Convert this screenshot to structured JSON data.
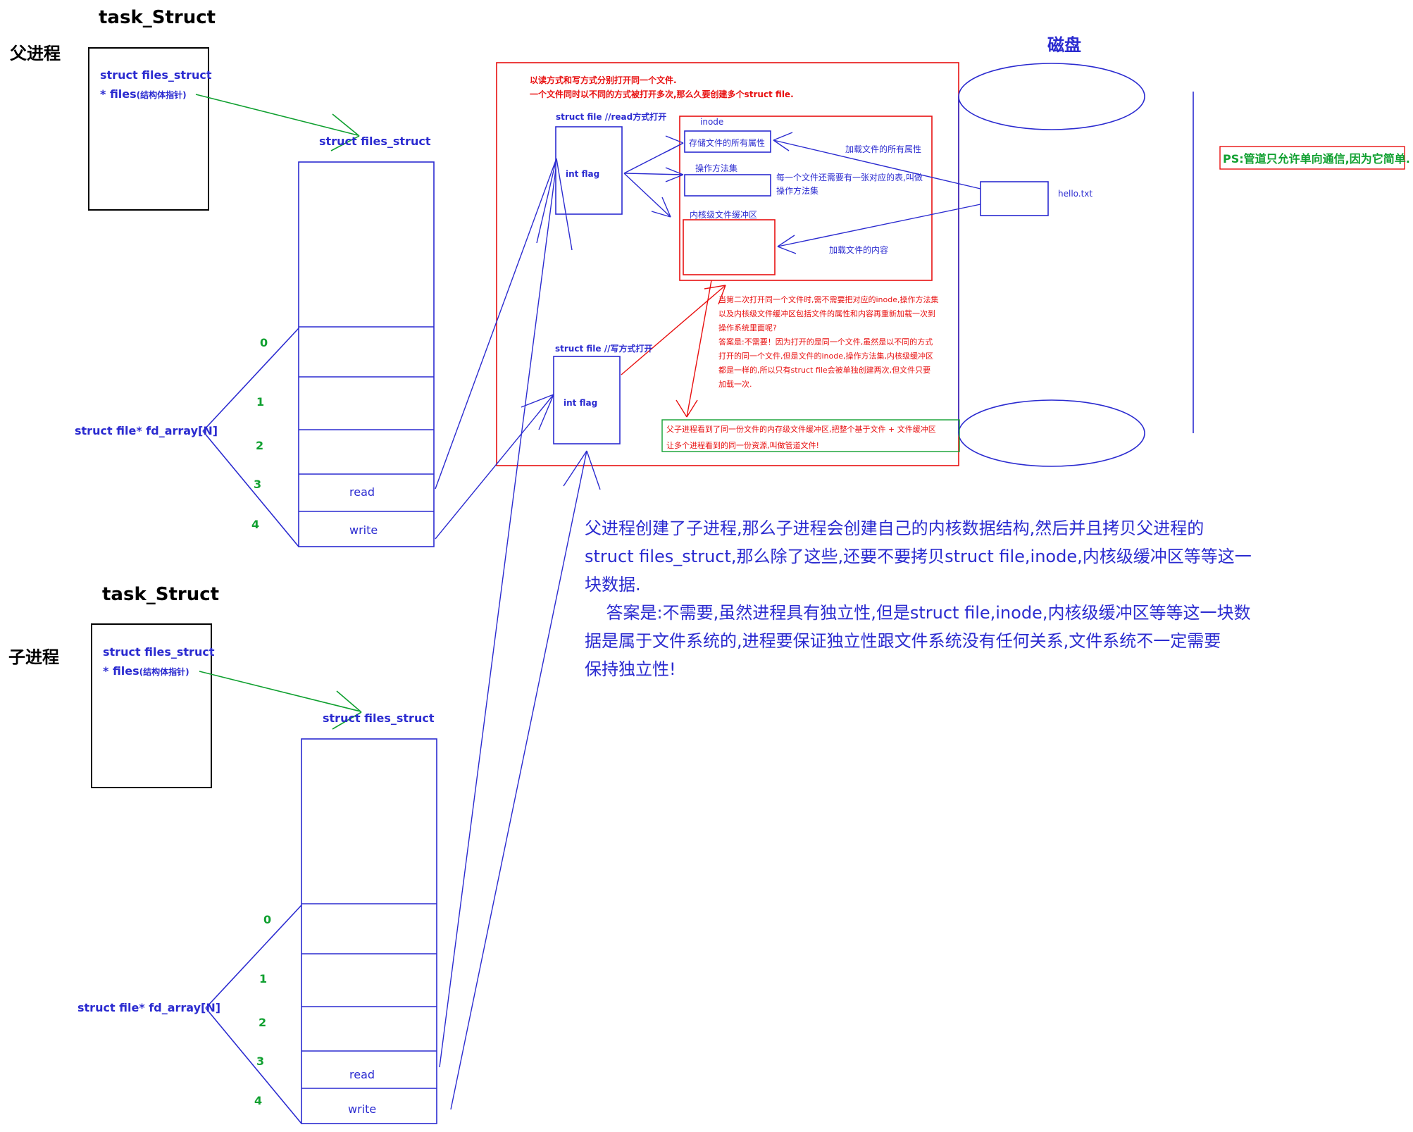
{
  "parent": {
    "title": "task_Struct",
    "label": "父进程",
    "ptr_line1": "struct files_struct",
    "ptr_line2": "* files",
    "ptr_note": "(结构体指针)",
    "files_struct_label": "struct files_struct",
    "fd_array_label": "struct file* fd_array[N]",
    "indices": [
      "0",
      "1",
      "2",
      "3",
      "4"
    ],
    "slot_read": "read",
    "slot_write": "write"
  },
  "child": {
    "title": "task_Struct",
    "label": "子进程",
    "ptr_line1": "struct files_struct",
    "ptr_line2": "* files",
    "ptr_note": "(结构体指针)",
    "files_struct_label": "struct files_struct",
    "fd_array_label": "struct file* fd_array[N]",
    "indices": [
      "0",
      "1",
      "2",
      "3",
      "4"
    ],
    "slot_read": "read",
    "slot_write": "write"
  },
  "kernel": {
    "note_line1": "以读方式和写方式分别打开同一个文件.",
    "note_line2": "一个文件同时以不同的方式被打开多次,那么久要创建多个struct file.",
    "file_read_label": "struct file //read方式打开",
    "file_write_label": "struct file //写方式打开",
    "int_flag": "int flag",
    "inode_label": "inode",
    "inode_attr": "存储文件的所有属性",
    "ops_label": "操作方法集",
    "buffer_label": "内核级文件缓冲区",
    "load_attr": "加载文件的所有属性",
    "ops_note_line1": "每一个文件还需要有一张对应的表,叫做",
    "ops_note_line2": "操作方法集",
    "load_content": "加载文件的内容",
    "question_lines": [
      "当第二次打开同一个文件时,需不需要把对应的inode,操作方法集",
      "以及内核级文件缓冲区包括文件的属性和内容再重新加载一次到",
      "操作系统里面呢?",
      "答案是:不需要！因为打开的是同一个文件,虽然是以不同的方式",
      "打开的同一个文件,但是文件的inode,操作方法集,内核级缓冲区",
      "都是一样的,所以只有struct file会被单独创建两次,但文件只要",
      "加载一次."
    ],
    "pipe_line1": "父子进程看到了同一份文件的内存级文件缓冲区,把整个基于文件 + 文件缓冲区",
    "pipe_line2": "让多个进程看到的同一份资源,叫做管道文件!"
  },
  "disk": {
    "title": "磁盘",
    "file_name": "hello.txt"
  },
  "ps_note": "PS:管道只允许单向通信,因为它简单.",
  "explanation_lines": [
    "父进程创建了子进程,那么子进程会创建自己的内核数据结构,然后并且拷贝父进程的",
    "struct files_struct,那么除了这些,还要不要拷贝struct file,inode,内核级缓冲区等等这一",
    "块数据.",
    "    答案是:不需要,虽然进程具有独立性,但是struct file,inode,内核级缓冲区等等这一块数",
    "据是属于文件系统的,进程要保证独立性跟文件系统没有任何关系,文件系统不一定需要",
    "保持独立性!"
  ],
  "colors": {
    "blue": "#2b2bd0",
    "red": "#e81010",
    "green": "#10a030",
    "black": "#000000"
  }
}
